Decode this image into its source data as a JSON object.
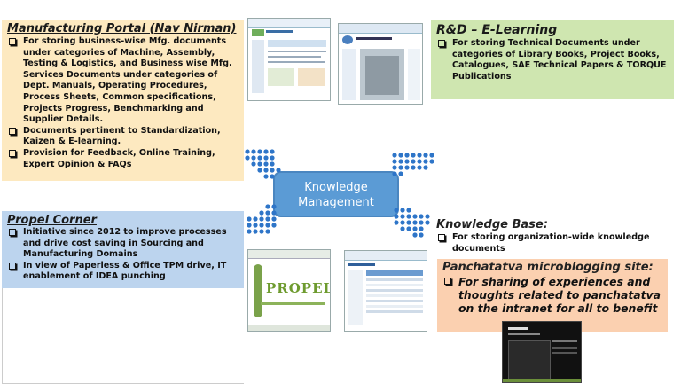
{
  "manufacturing": {
    "title": "Manufacturing Portal (Nav Nirman)",
    "items": [
      "For storing business-wise Mfg. documents under categories of Machine, Assembly, Testing & Logistics, and Business wise Mfg. Services Documents under categories of Dept. Manuals, Operating Procedures, Process Sheets, Common specifications, Projects Progress, Benchmarking and Supplier Details.",
      "Documents pertinent to Standardization, Kaizen & E-learning.",
      "Provision for Feedback, Online Training, Expert Opinion & FAQs"
    ]
  },
  "rnd": {
    "title": "R&D – E-Learning",
    "items": [
      "For storing Technical Documents under categories of Library Books, Project Books, Catalogues, SAE Technical Papers & TORQUE Publications"
    ]
  },
  "propel": {
    "title": "Propel Corner",
    "items": [
      "Initiative since 2012 to improve processes and drive cost saving in Sourcing and Manufacturing Domains",
      "In view of Paperless & Office TPM drive, IT enablement of IDEA punching"
    ],
    "logo_text": "PROPEL"
  },
  "knowledge_base": {
    "title": "Knowledge Base:",
    "items": [
      "For storing organization-wide knowledge documents"
    ]
  },
  "panchatatva": {
    "title": "Panchatatva microblogging site:",
    "items": [
      "For sharing of experiences and thoughts related to panchatatva on the intranet for all to benefit"
    ]
  },
  "center": {
    "label": "Knowledge Management"
  },
  "colors": {
    "manufacturing_bg": "#fde9c0",
    "rnd_bg": "#cfe6b0",
    "propel_bg": "#bcd4ee",
    "panchatatva_bg": "#fbd0b0",
    "center_bg": "#5b9bd5",
    "dots": "#2e75c8"
  }
}
